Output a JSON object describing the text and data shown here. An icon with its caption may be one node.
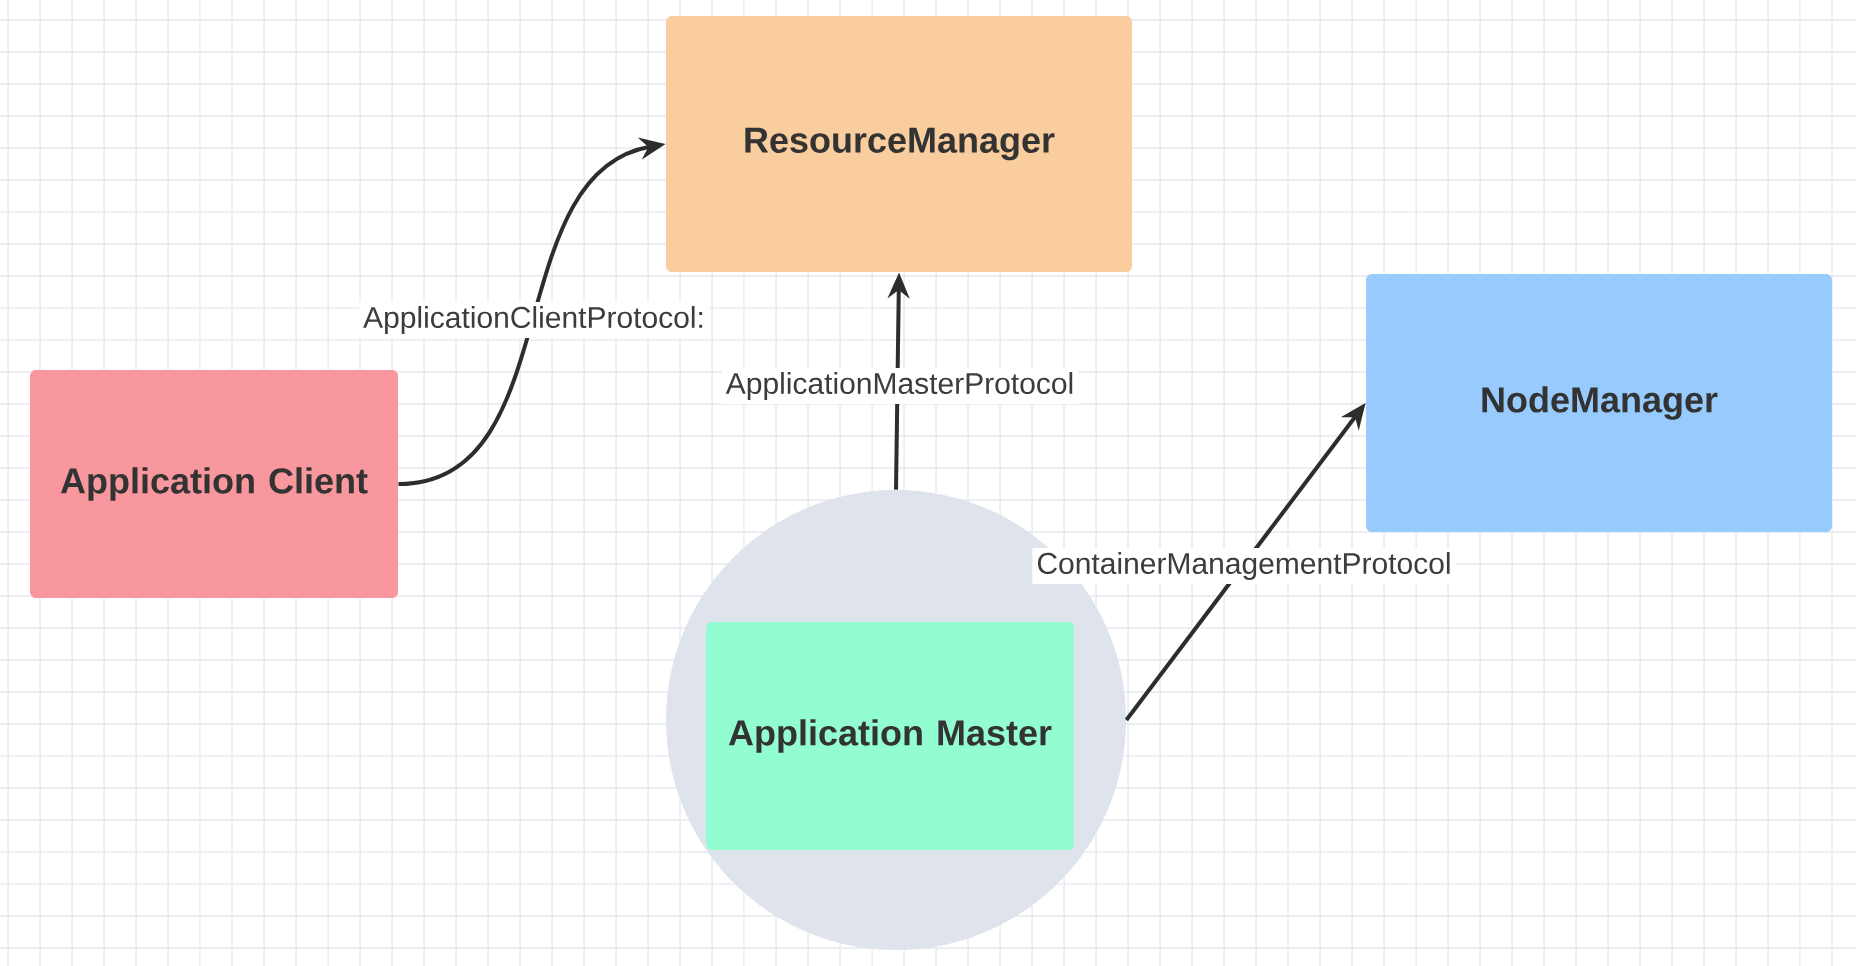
{
  "diagram": {
    "nodes": [
      {
        "text": [
          "ResourceManager"
        ]
      },
      {
        "text": [
          "Application Client"
        ]
      },
      {
        "text": [
          "NodeManager"
        ]
      },
      {
        "text": [],
        "shape": "circle"
      },
      {
        "text": [
          "Application Master"
        ],
        "in": 3
      }
    ],
    "edges": [
      {
        "from": 1,
        "to": 0,
        "arrow": "to",
        "label": "ApplicationClientProtocol:"
      },
      {
        "from": 3,
        "to": 0,
        "arrow": "to",
        "label": "ApplicationMasterProtocol"
      },
      {
        "from": 3,
        "to": 2,
        "arrow": "to",
        "label": "ContainerManagementProtocol"
      }
    ]
  }
}
